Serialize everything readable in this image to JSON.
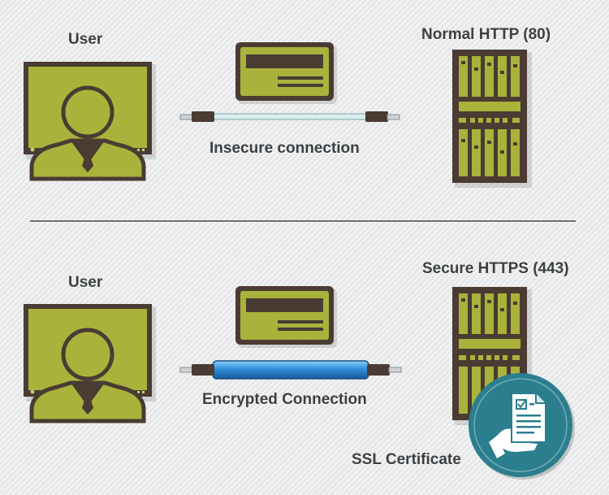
{
  "top": {
    "user_label": "User",
    "server_label": "Normal HTTP (80)",
    "connection_label": "Insecure connection"
  },
  "bottom": {
    "user_label": "User",
    "server_label": "Secure HTTPS (443)",
    "connection_label": "Encrypted Connection",
    "certificate_label": "SSL Certificate"
  },
  "colors": {
    "olive": "#a9b33b",
    "dark": "#4a3b33",
    "insecure_cable": "#d9ecec",
    "encrypted_cable": "#2f8ed8",
    "badge": "#2a7e8e"
  },
  "icons": [
    "monitor-icon",
    "user-icon",
    "credit-card-icon",
    "usb-plug-icon",
    "server-rack-icon",
    "certificate-icon"
  ]
}
